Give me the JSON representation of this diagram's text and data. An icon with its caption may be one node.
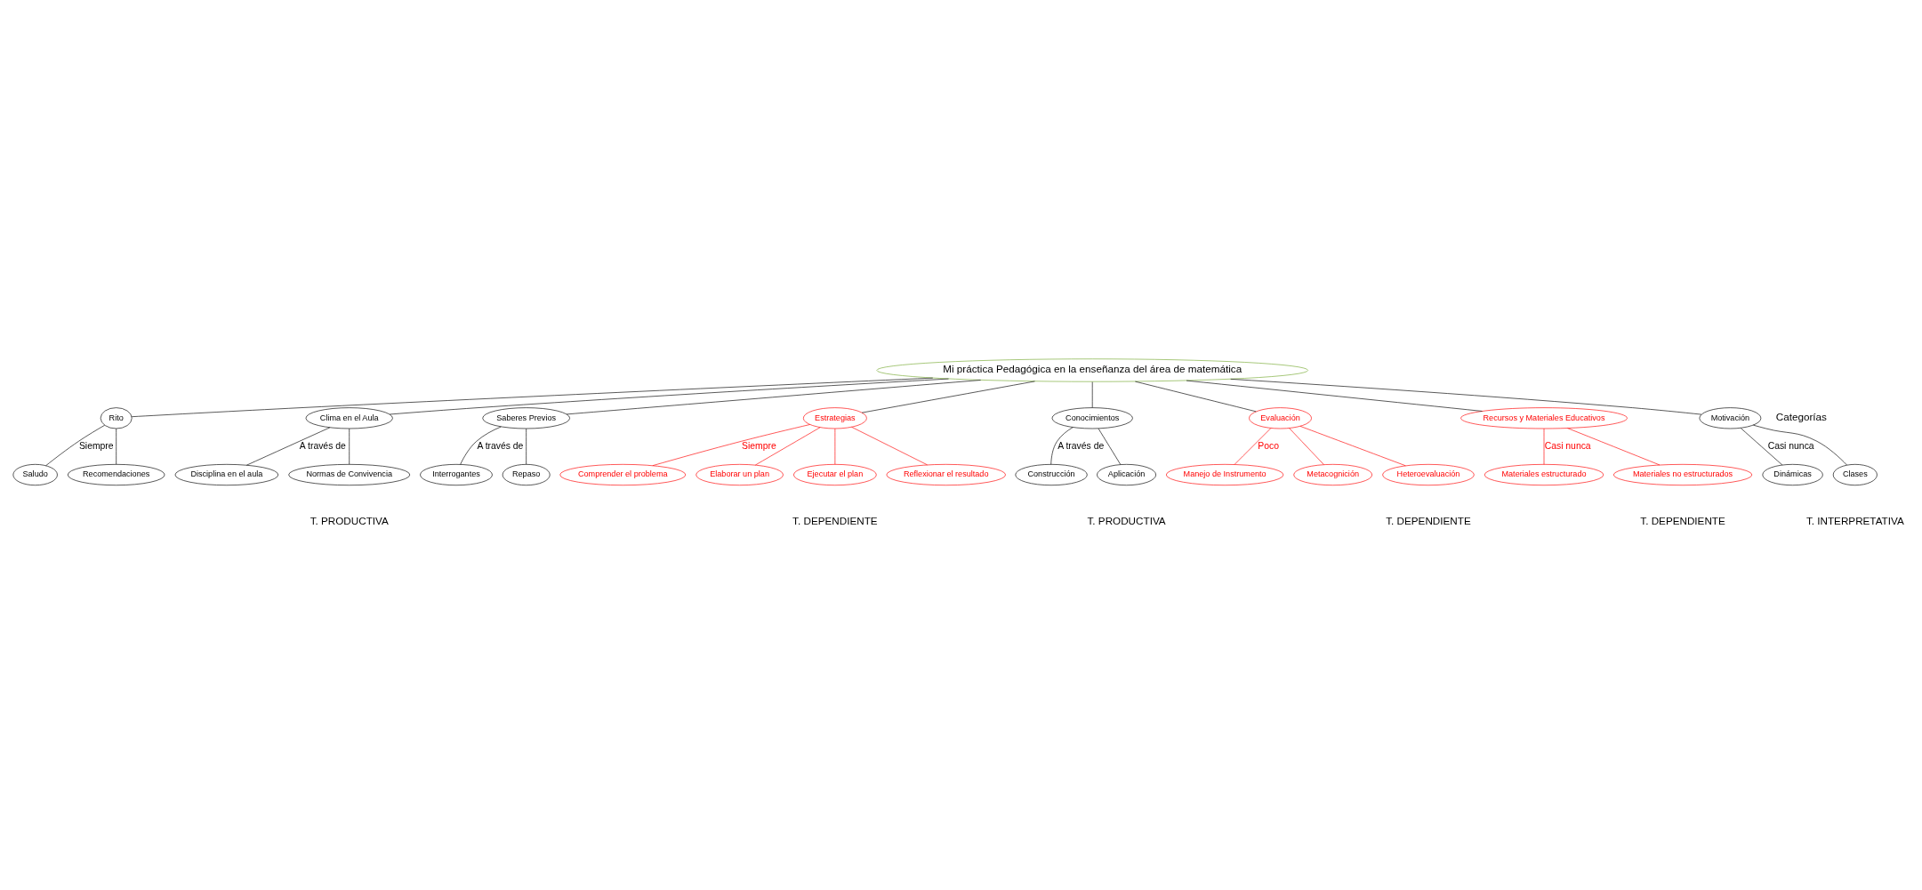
{
  "diagram": {
    "nodes": [
      {
        "text": [
          "Mi práctica Pedagógica en la enseñanza del área de matemática"
        ]
      },
      {
        "text": [
          "Rito"
        ]
      },
      {
        "text": [
          "Clima en el Aula"
        ]
      },
      {
        "text": [
          "Saberes Previos"
        ]
      },
      {
        "text": [
          "Estrategias"
        ]
      },
      {
        "text": [
          "Conocimientos"
        ]
      },
      {
        "text": [
          "Evaluación"
        ]
      },
      {
        "text": [
          "Recursos y Materiales Educativos"
        ]
      },
      {
        "text": [
          "Motivación"
        ]
      },
      {
        "text": [
          "Saludo"
        ]
      },
      {
        "text": [
          "Recomendaciones"
        ]
      },
      {
        "text": [
          "Disciplina en el aula"
        ]
      },
      {
        "text": [
          "Normas de Convivencia"
        ]
      },
      {
        "text": [
          "Interrogantes"
        ]
      },
      {
        "text": [
          "Repaso"
        ]
      },
      {
        "text": [
          "Comprender el problema"
        ]
      },
      {
        "text": [
          "Elaborar un plan"
        ]
      },
      {
        "text": [
          "Ejecutar el plan"
        ]
      },
      {
        "text": [
          "Reflexionar el resultado"
        ]
      },
      {
        "text": [
          "Construcción"
        ]
      },
      {
        "text": [
          "Aplicación"
        ]
      },
      {
        "text": [
          "Manejo de Instrumento"
        ]
      },
      {
        "text": [
          "Metacognición"
        ]
      },
      {
        "text": [
          "Heteroevaluación"
        ]
      },
      {
        "text": [
          "Materiales estructurado"
        ]
      },
      {
        "text": [
          "Materiales no estructurados"
        ]
      },
      {
        "text": [
          "Dinámicas"
        ]
      },
      {
        "text": [
          "Clases"
        ]
      }
    ],
    "edges": [
      {
        "from": 0,
        "to": 1,
        "arrow": "none"
      },
      {
        "from": 0,
        "to": 2,
        "arrow": "none"
      },
      {
        "from": 0,
        "to": 3,
        "arrow": "none"
      },
      {
        "from": 0,
        "to": 4,
        "arrow": "none"
      },
      {
        "from": 0,
        "to": 5,
        "arrow": "none"
      },
      {
        "from": 0,
        "to": 6,
        "arrow": "none"
      },
      {
        "from": 0,
        "to": 7,
        "arrow": "none"
      },
      {
        "from": 0,
        "to": 8,
        "arrow": "none"
      },
      {
        "from": 1,
        "to": 9,
        "arrow": "none",
        "label": "Siempre"
      },
      {
        "from": 1,
        "to": 10,
        "arrow": "none"
      },
      {
        "from": 2,
        "to": 11,
        "arrow": "none",
        "label": "A través de"
      },
      {
        "from": 2,
        "to": 12,
        "arrow": "none"
      },
      {
        "from": 3,
        "to": 13,
        "arrow": "none",
        "label": "A través de"
      },
      {
        "from": 3,
        "to": 14,
        "arrow": "none"
      },
      {
        "from": 4,
        "to": 15,
        "arrow": "none",
        "color": "#ff0000",
        "label": "Siempre"
      },
      {
        "from": 4,
        "to": 16,
        "arrow": "none",
        "color": "#ff0000"
      },
      {
        "from": 4,
        "to": 17,
        "arrow": "none",
        "color": "#ff0000"
      },
      {
        "from": 4,
        "to": 18,
        "arrow": "none",
        "color": "#ff0000"
      },
      {
        "from": 5,
        "to": 19,
        "arrow": "none",
        "label": "A través de"
      },
      {
        "from": 5,
        "to": 20,
        "arrow": "none"
      },
      {
        "from": 6,
        "to": 21,
        "arrow": "none",
        "color": "#ff0000",
        "label": "Poco"
      },
      {
        "from": 6,
        "to": 23,
        "arrow": "none",
        "color": "#ff0000"
      },
      {
        "from": 6,
        "to": 22,
        "arrow": "none",
        "color": "#ff0000"
      },
      {
        "from": 7,
        "to": 24,
        "arrow": "none",
        "color": "#ff0000",
        "label": "Casi nunca"
      },
      {
        "from": 7,
        "to": 25,
        "arrow": "none",
        "color": "#ff0000"
      },
      {
        "from": 8,
        "to": 26,
        "arrow": "none",
        "label": "Casi nunca"
      },
      {
        "from": 8,
        "to": 27,
        "arrow": "none"
      }
    ],
    "labels": [
      "Categorías",
      "T. PRODUCTIVA",
      "T. DEPENDIENTE",
      "T. PRODUCTIVA",
      "T. DEPENDIENTE",
      "T. DEPENDIENTE",
      "T. INTERPRETATIVA"
    ]
  }
}
